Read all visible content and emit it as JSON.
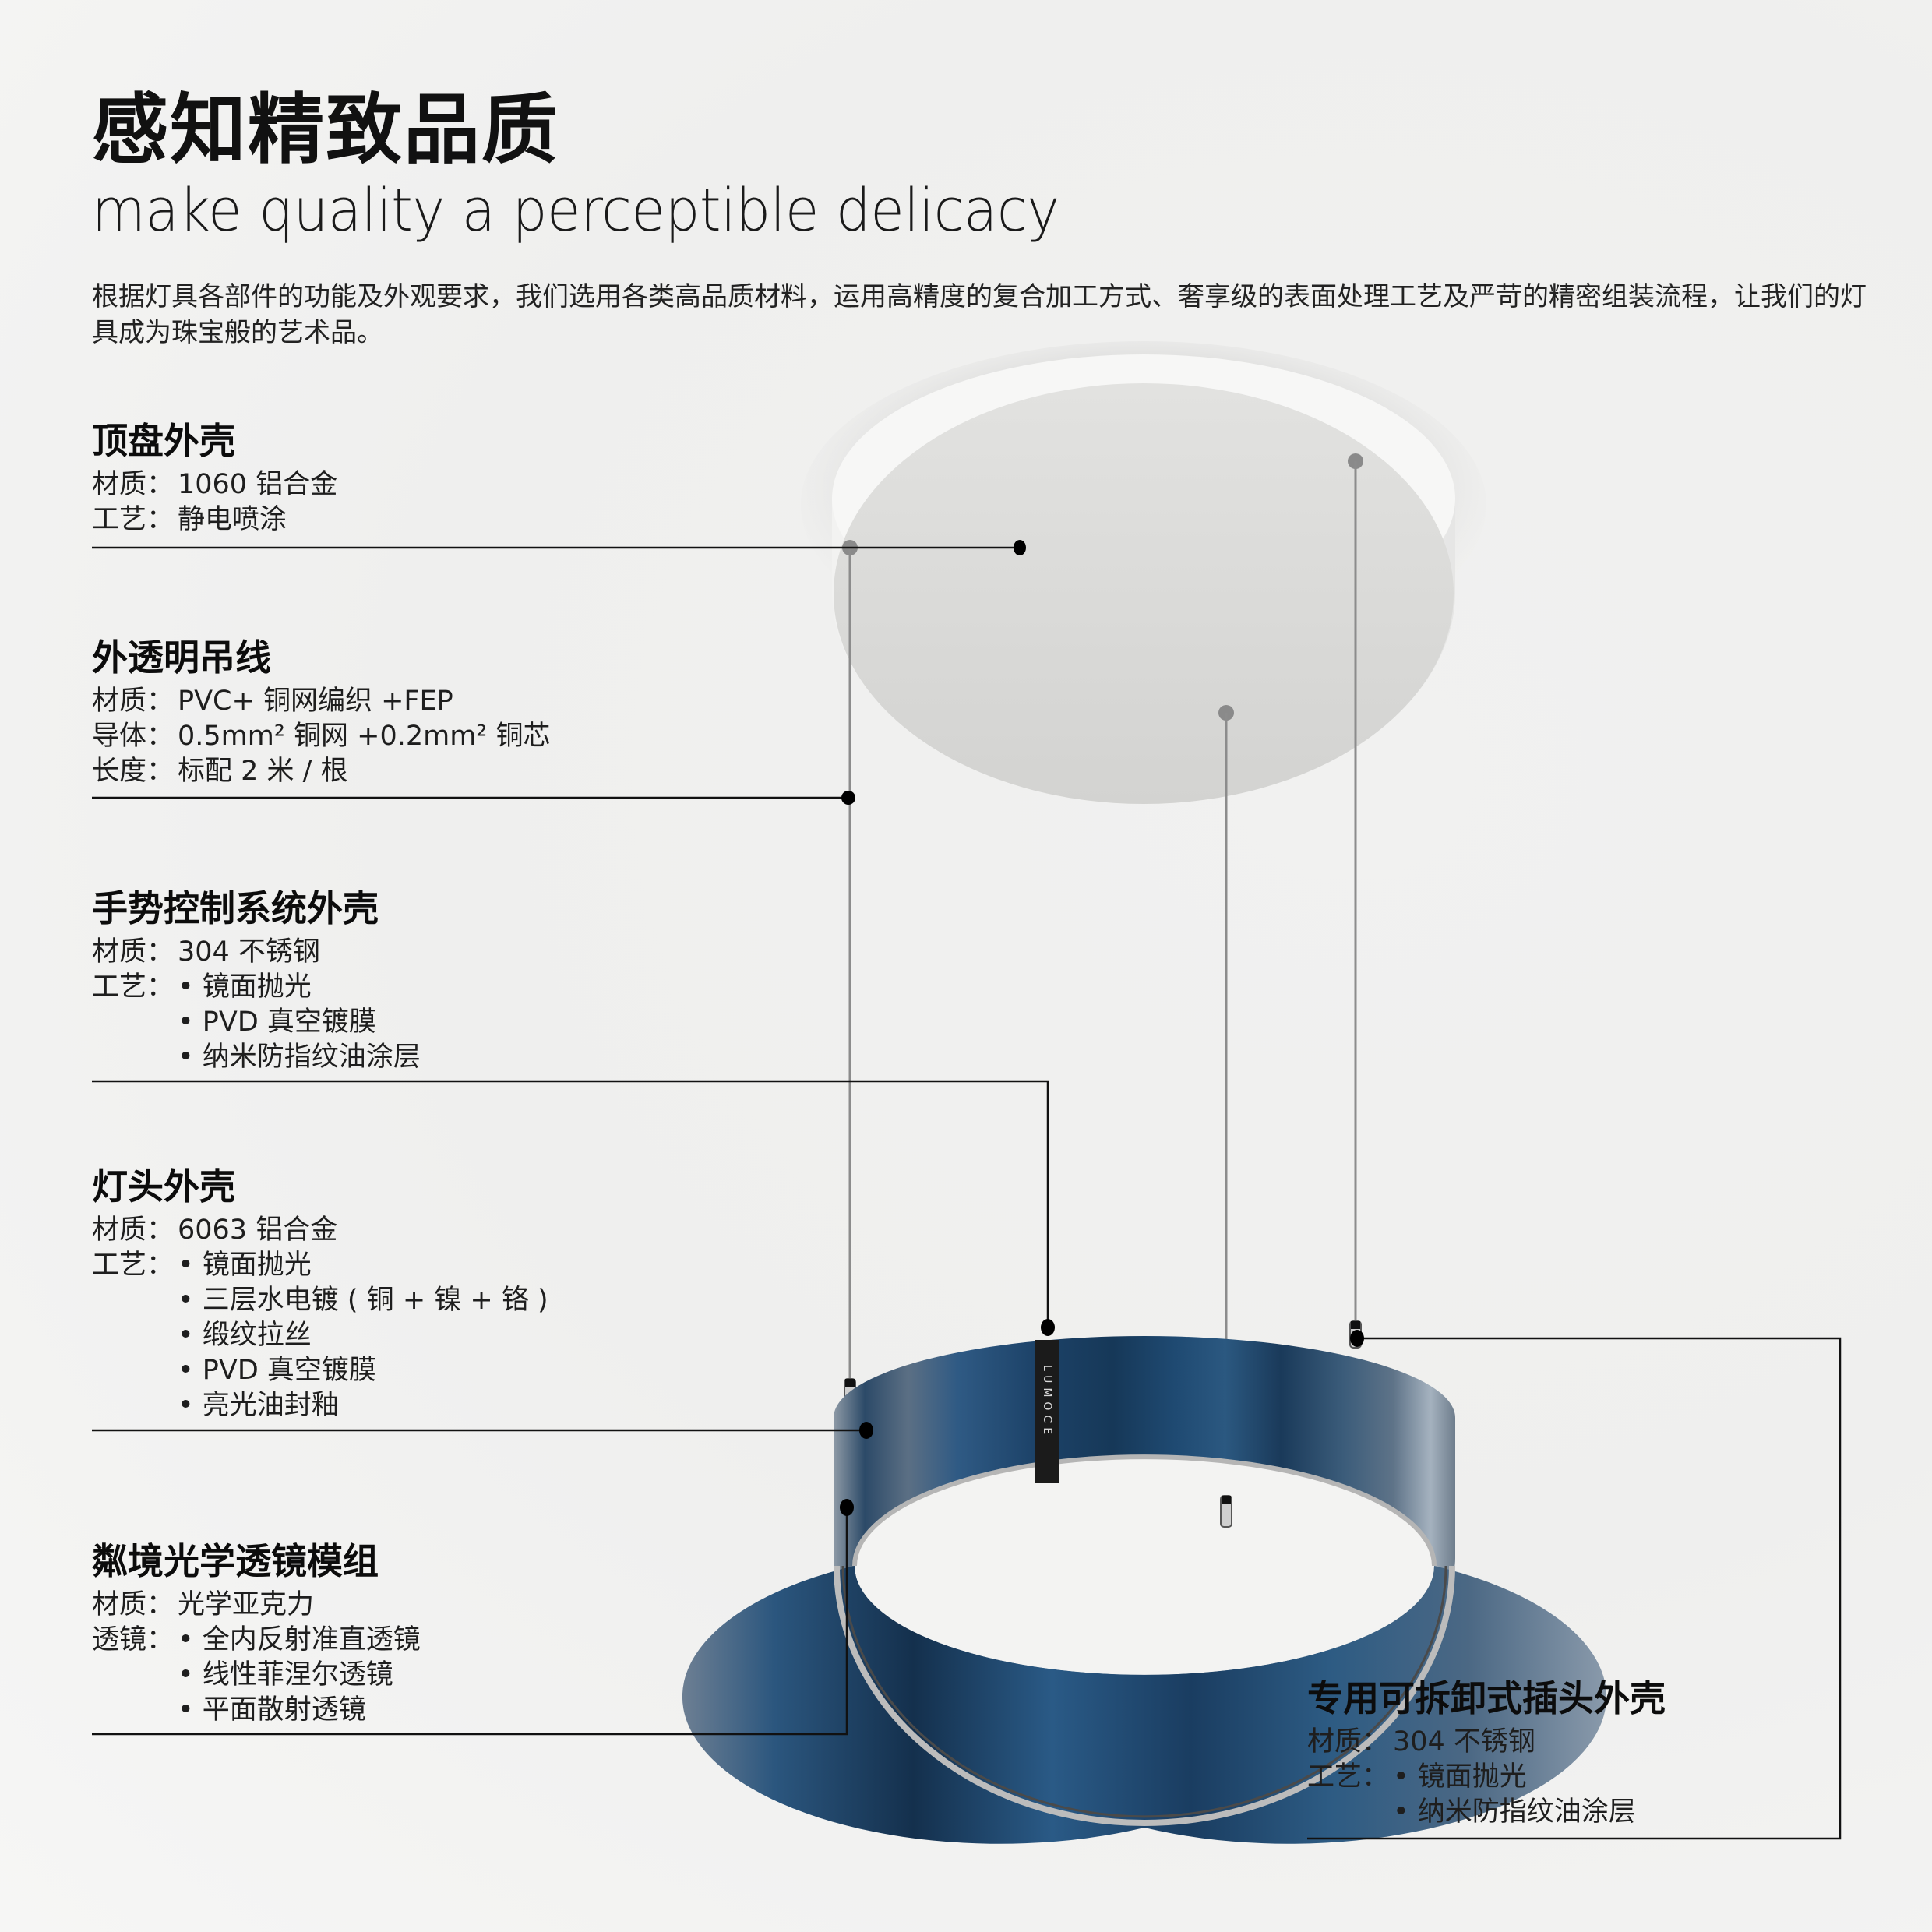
{
  "header": {
    "title": "感知精致品质",
    "subtitle": "make quality a perceptible delicacy",
    "intro": "根据灯具各部件的功能及外观要求，我们选用各类高品质材料，运用高精度的复合加工方式、奢享级的表面处理工艺及严苛的精密组装流程，让我们的灯具成为珠宝般的艺术品。"
  },
  "product": {
    "brand_mark": "LUMOCE",
    "ring_color": "#1f4a6e",
    "canopy_color": "#d8d8d6"
  },
  "specs": [
    {
      "id": "canopy",
      "title": "顶盘外壳",
      "rows": [
        {
          "label": "材质：",
          "value": "1060 铝合金"
        },
        {
          "label": "工艺：",
          "value": "静电喷涂"
        }
      ]
    },
    {
      "id": "cable",
      "title": "外透明吊线",
      "rows": [
        {
          "label": "材质：",
          "value": "PVC+ 铜网编织 +FEP"
        },
        {
          "label": "导体：",
          "value": "0.5mm² 铜网 +0.2mm² 铜芯"
        },
        {
          "label": "长度：",
          "value": "标配 2 米 / 根"
        }
      ]
    },
    {
      "id": "gesture-control",
      "title": "手势控制系统外壳",
      "material_label": "材质：",
      "material": "304 不锈钢",
      "process_label": "工艺：",
      "process": [
        "镜面抛光",
        "PVD 真空镀膜",
        "纳米防指纹油涂层"
      ]
    },
    {
      "id": "lamp-head",
      "title": "灯头外壳",
      "material_label": "材质：",
      "material": "6063 铝合金",
      "process_label": "工艺：",
      "process": [
        "镜面抛光",
        "三层水电镀 ( 铜 + 镍 + 铬 )",
        "缎纹拉丝",
        "PVD 真空镀膜",
        "亮光油封釉"
      ]
    },
    {
      "id": "optical-lens",
      "title": "粼境光学透镜模组",
      "material_label": "材质：",
      "material": "光学亚克力",
      "process_label": "透镜：",
      "process": [
        "全内反射准直透镜",
        "线性菲涅尔透镜",
        "平面散射透镜"
      ]
    },
    {
      "id": "plug",
      "title": "专用可拆卸式插头外壳",
      "material_label": "材质：",
      "material": "304 不锈钢",
      "process_label": "工艺：",
      "process": [
        "镜面抛光",
        "纳米防指纹油涂层"
      ]
    }
  ]
}
